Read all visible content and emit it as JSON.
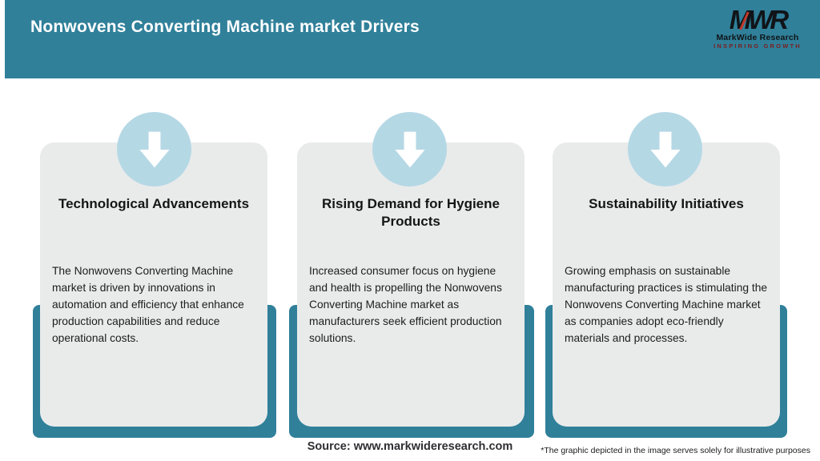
{
  "header": {
    "title": "Nonwovens Converting Machine market Drivers",
    "logo": {
      "text": "MWR",
      "subtitle": "MarkWide Research",
      "tagline": "INSPIRING GROWTH"
    }
  },
  "cards": [
    {
      "icon": "down-arrow",
      "title": "Technological Advancements",
      "body": "The Nonwovens Converting Machine market is driven by innovations in automation and efficiency that enhance production capabilities and reduce operational costs."
    },
    {
      "icon": "down-arrow",
      "title": "Rising Demand for Hygiene Products",
      "body": "Increased consumer focus on hygiene and health is propelling the Nonwovens Converting Machine market as manufacturers seek efficient production solutions."
    },
    {
      "icon": "down-arrow",
      "title": "Sustainability Initiatives",
      "body": "Growing emphasis on sustainable manufacturing practices is stimulating the Nonwovens Converting Machine market as companies adopt eco-friendly materials and processes."
    }
  ],
  "footer": {
    "source": "Source: www.markwideresearch.com",
    "disclaimer": "*The graphic depicted in the image serves solely for illustrative purposes"
  },
  "colors": {
    "accent_teal": "#30809a",
    "badge_blue": "#b5d8e5",
    "card_gray": "#e9ebeb",
    "logo_red": "#c0392b"
  }
}
